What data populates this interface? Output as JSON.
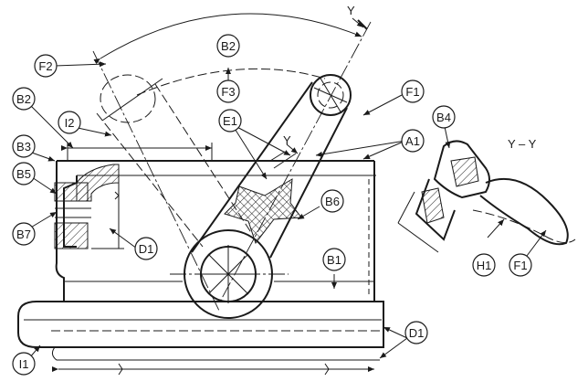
{
  "callouts": {
    "B2_top": "B2",
    "F2": "F2",
    "F3": "F3",
    "F1_right": "F1",
    "B2_left": "B2",
    "I2": "I2",
    "E1": "E1",
    "A1": "A1",
    "B4": "B4",
    "B3": "B3",
    "B5": "B5",
    "B6": "B6",
    "B7": "B7",
    "D1_mid": "D1",
    "B1": "B1",
    "H1": "H1",
    "F1_detail": "F1",
    "D1_bottom": "D1",
    "I1": "I1"
  },
  "section_marks": {
    "y_top": "Y",
    "y_mid": "Y",
    "section_title": "Y – Y"
  },
  "colors": {
    "ink": "#1a1a1a",
    "paper": "#ffffff"
  }
}
